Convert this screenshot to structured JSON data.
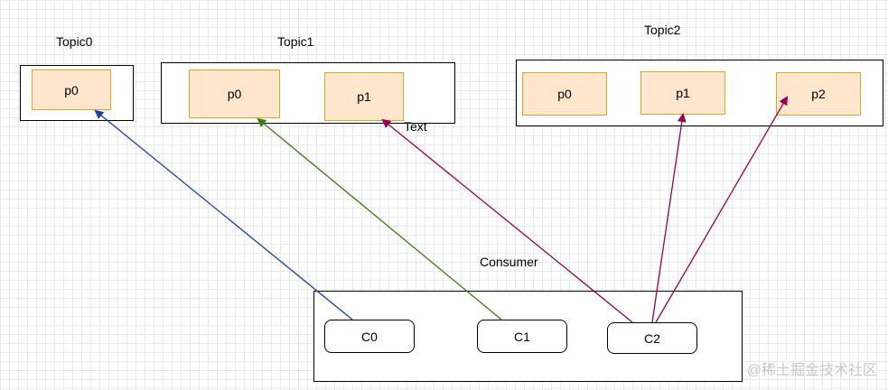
{
  "topics": [
    {
      "title": "Topic0",
      "partitions": [
        "p0"
      ]
    },
    {
      "title": "Topic1",
      "partitions": [
        "p0",
        "p1"
      ]
    },
    {
      "title": "Topic2",
      "partitions": [
        "p0",
        "p1",
        "p2"
      ]
    }
  ],
  "consumer_group": {
    "title": "Consumer",
    "consumers": [
      "C0",
      "C1",
      "C2"
    ]
  },
  "edge_label": "Text",
  "edges": [
    {
      "from": "C0",
      "to": "Topic0.p0",
      "color": "#1a3fa0"
    },
    {
      "from": "C1",
      "to": "Topic1.p0",
      "color": "#3d7a12"
    },
    {
      "from": "C2",
      "to": "Topic1.p1",
      "color": "#99004d"
    },
    {
      "from": "C2",
      "to": "Topic2.p1",
      "color": "#99004d"
    },
    {
      "from": "C2",
      "to": "Topic2.p2",
      "color": "#99004d"
    }
  ],
  "colors": {
    "partition_fill": "#ffe6cc",
    "partition_border": "#d6a72a"
  },
  "watermark": "@稀土掘金技术社区"
}
